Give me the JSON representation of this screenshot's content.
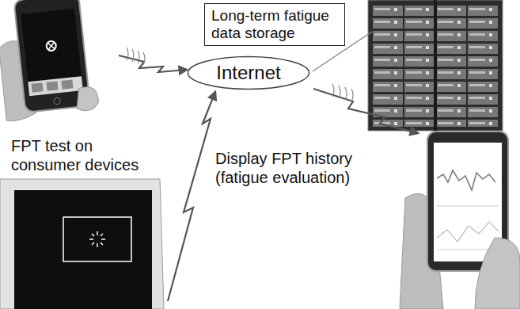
{
  "diagram": {
    "nodes": [
      {
        "text": [
          "Long-term fatigue data storage"
        ]
      },
      {
        "text": [
          "Internet"
        ]
      }
    ],
    "labels": [
      "FPT test on consumer devices",
      "Display FPT history (fatigue evaluation)"
    ]
  }
}
